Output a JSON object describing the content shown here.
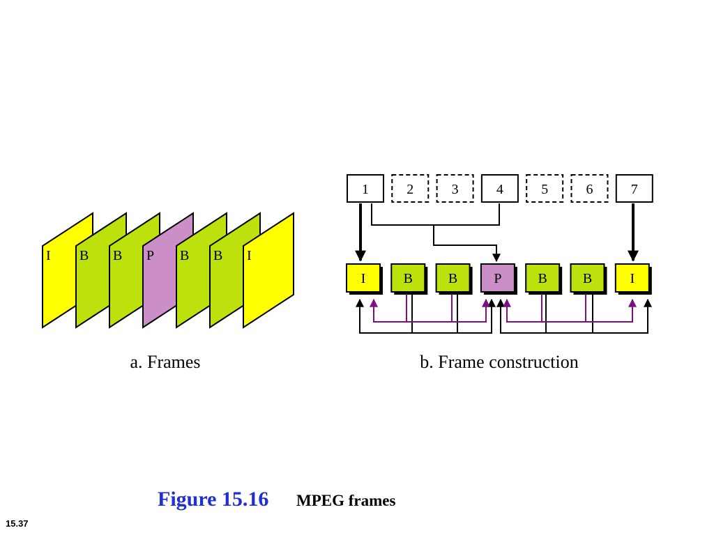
{
  "colors": {
    "I": "#ffff00",
    "B": "#bde10c",
    "P": "#cc8ec6",
    "backward_arrow": "#7b1080",
    "figure_number": "#1f2fd0"
  },
  "panel_a": {
    "frames": [
      {
        "type": "I",
        "label": "I"
      },
      {
        "type": "B",
        "label": "B"
      },
      {
        "type": "B",
        "label": "B"
      },
      {
        "type": "P",
        "label": "P"
      },
      {
        "type": "B",
        "label": "B"
      },
      {
        "type": "B",
        "label": "B"
      },
      {
        "type": "I",
        "label": "I"
      }
    ],
    "caption": "a. Frames"
  },
  "panel_b": {
    "source_frames": [
      {
        "label": "1",
        "style": "solid"
      },
      {
        "label": "2",
        "style": "dashed"
      },
      {
        "label": "3",
        "style": "dashed"
      },
      {
        "label": "4",
        "style": "solid"
      },
      {
        "label": "5",
        "style": "dashed"
      },
      {
        "label": "6",
        "style": "dashed"
      },
      {
        "label": "7",
        "style": "solid"
      }
    ],
    "encoded_frames": [
      {
        "type": "I",
        "label": "I"
      },
      {
        "type": "B",
        "label": "B"
      },
      {
        "type": "B",
        "label": "B"
      },
      {
        "type": "P",
        "label": "P"
      },
      {
        "type": "B",
        "label": "B"
      },
      {
        "type": "B",
        "label": "B"
      },
      {
        "type": "I",
        "label": "I"
      }
    ],
    "caption": "b. Frame construction"
  },
  "figure": {
    "number": "Figure 15.16",
    "title": "MPEG frames"
  },
  "slide_number": "15.37"
}
